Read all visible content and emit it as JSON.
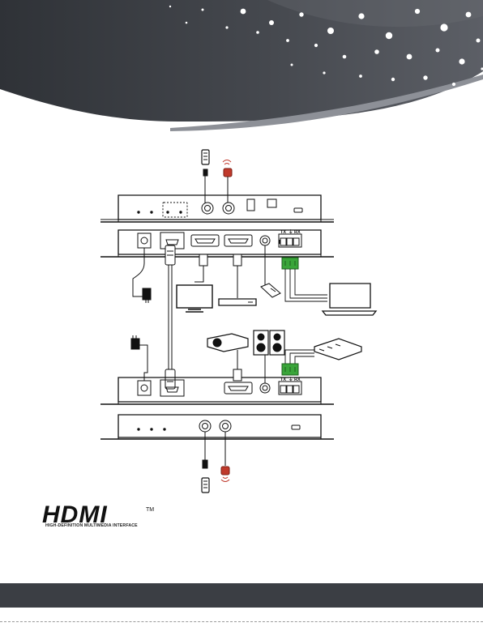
{
  "header": {
    "colors": {
      "band_dark": "#3a3d43",
      "band_light": "#6e7178",
      "dots": "#ffffff"
    }
  },
  "diagram": {
    "port_labels": {
      "tx": "TX",
      "ground": "⏚",
      "rx": "RX"
    },
    "accent_red": "#c0392b",
    "phoenix_green": "#3aa53a",
    "device_icons": [
      "ir-emitter-icon",
      "ir-receiver-icon",
      "power-adapter-icon",
      "tv-icon",
      "media-player-icon",
      "usb-device-icon",
      "laptop-icon",
      "projector-icon",
      "speakers-icon",
      "control-processor-icon"
    ]
  },
  "logo": {
    "text": "HDMI",
    "trademark": "TM",
    "tagline": "HIGH-DEFINITION MULTIMEDIA INTERFACE"
  },
  "footer": {
    "bar_color": "#3b3e44"
  }
}
